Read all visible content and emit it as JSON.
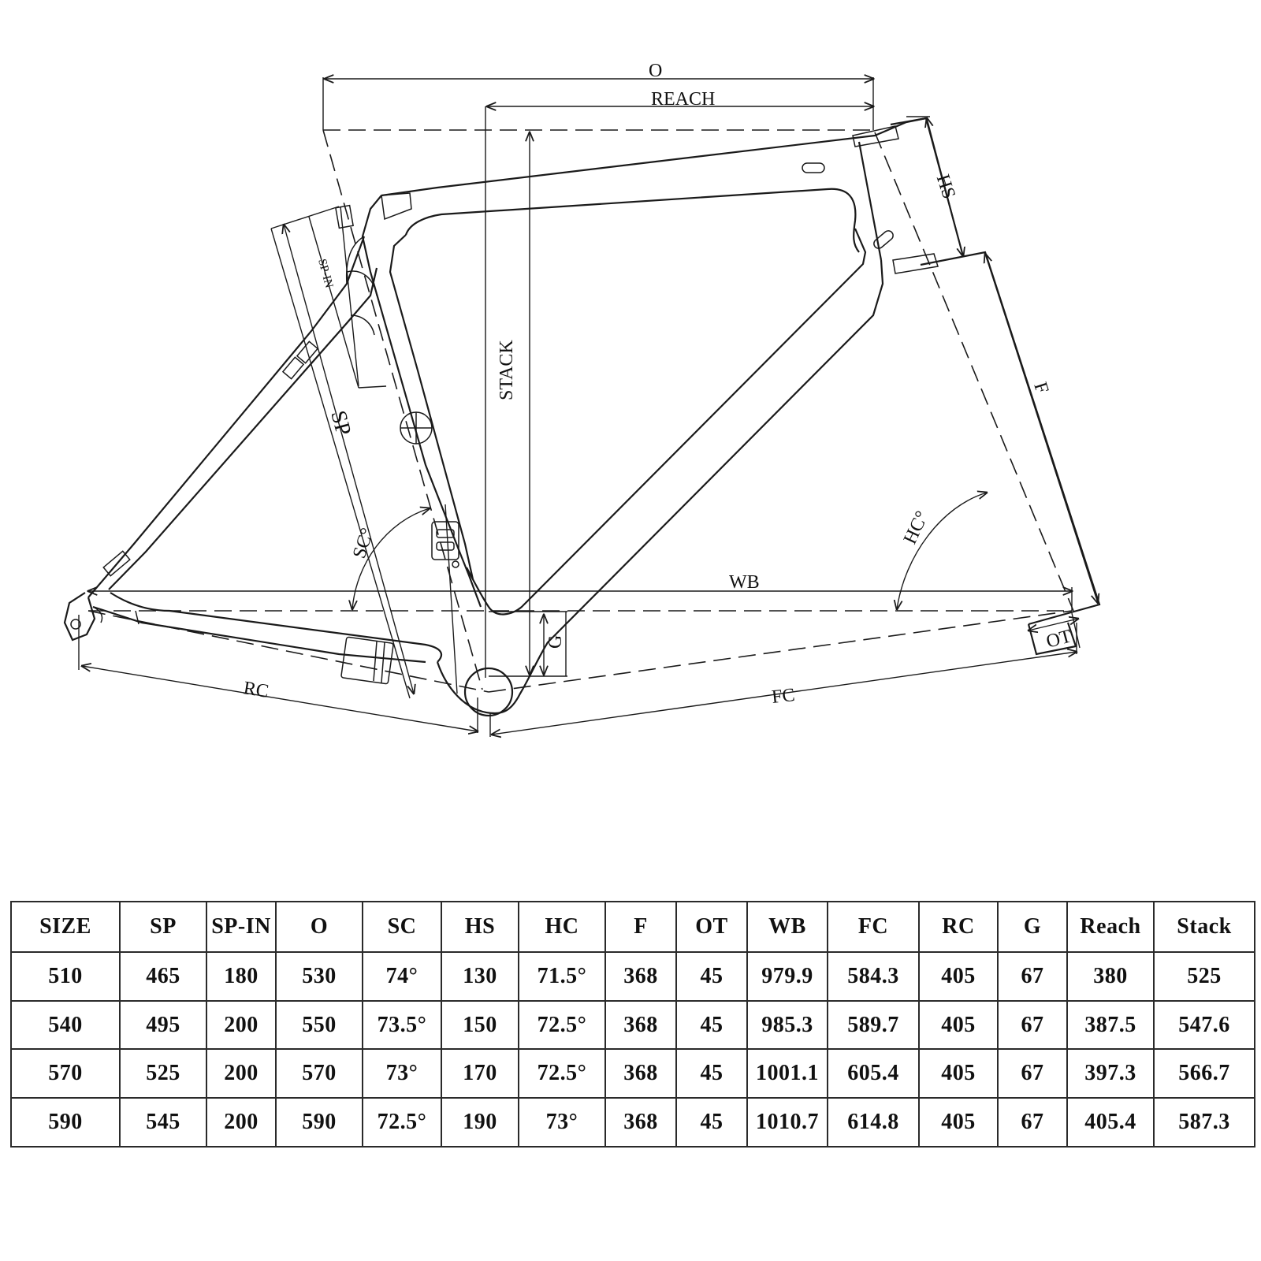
{
  "drawing": {
    "labels": {
      "o": "O",
      "reach": "REACH",
      "hs": "HS",
      "sp_in": "SP-IN",
      "stack": "STACK",
      "sp": "SP",
      "f": "F",
      "sc": "SC°",
      "hc": "HC°",
      "wb": "WB",
      "g": "G",
      "ot": "OT",
      "rc": "RC",
      "fc": "FC"
    }
  },
  "table": {
    "headers": [
      "SIZE",
      "SP",
      "SP-IN",
      "O",
      "SC",
      "HS",
      "HC",
      "F",
      "OT",
      "WB",
      "FC",
      "RC",
      "G",
      "Reach",
      "Stack"
    ],
    "rows": [
      [
        "510",
        "465",
        "180",
        "530",
        "74°",
        "130",
        "71.5°",
        "368",
        "45",
        "979.9",
        "584.3",
        "405",
        "67",
        "380",
        "525"
      ],
      [
        "540",
        "495",
        "200",
        "550",
        "73.5°",
        "150",
        "72.5°",
        "368",
        "45",
        "985.3",
        "589.7",
        "405",
        "67",
        "387.5",
        "547.6"
      ],
      [
        "570",
        "525",
        "200",
        "570",
        "73°",
        "170",
        "72.5°",
        "368",
        "45",
        "1001.1",
        "605.4",
        "405",
        "67",
        "397.3",
        "566.7"
      ],
      [
        "590",
        "545",
        "200",
        "590",
        "72.5°",
        "190",
        "73°",
        "368",
        "45",
        "1010.7",
        "614.8",
        "405",
        "67",
        "405.4",
        "587.3"
      ]
    ]
  }
}
